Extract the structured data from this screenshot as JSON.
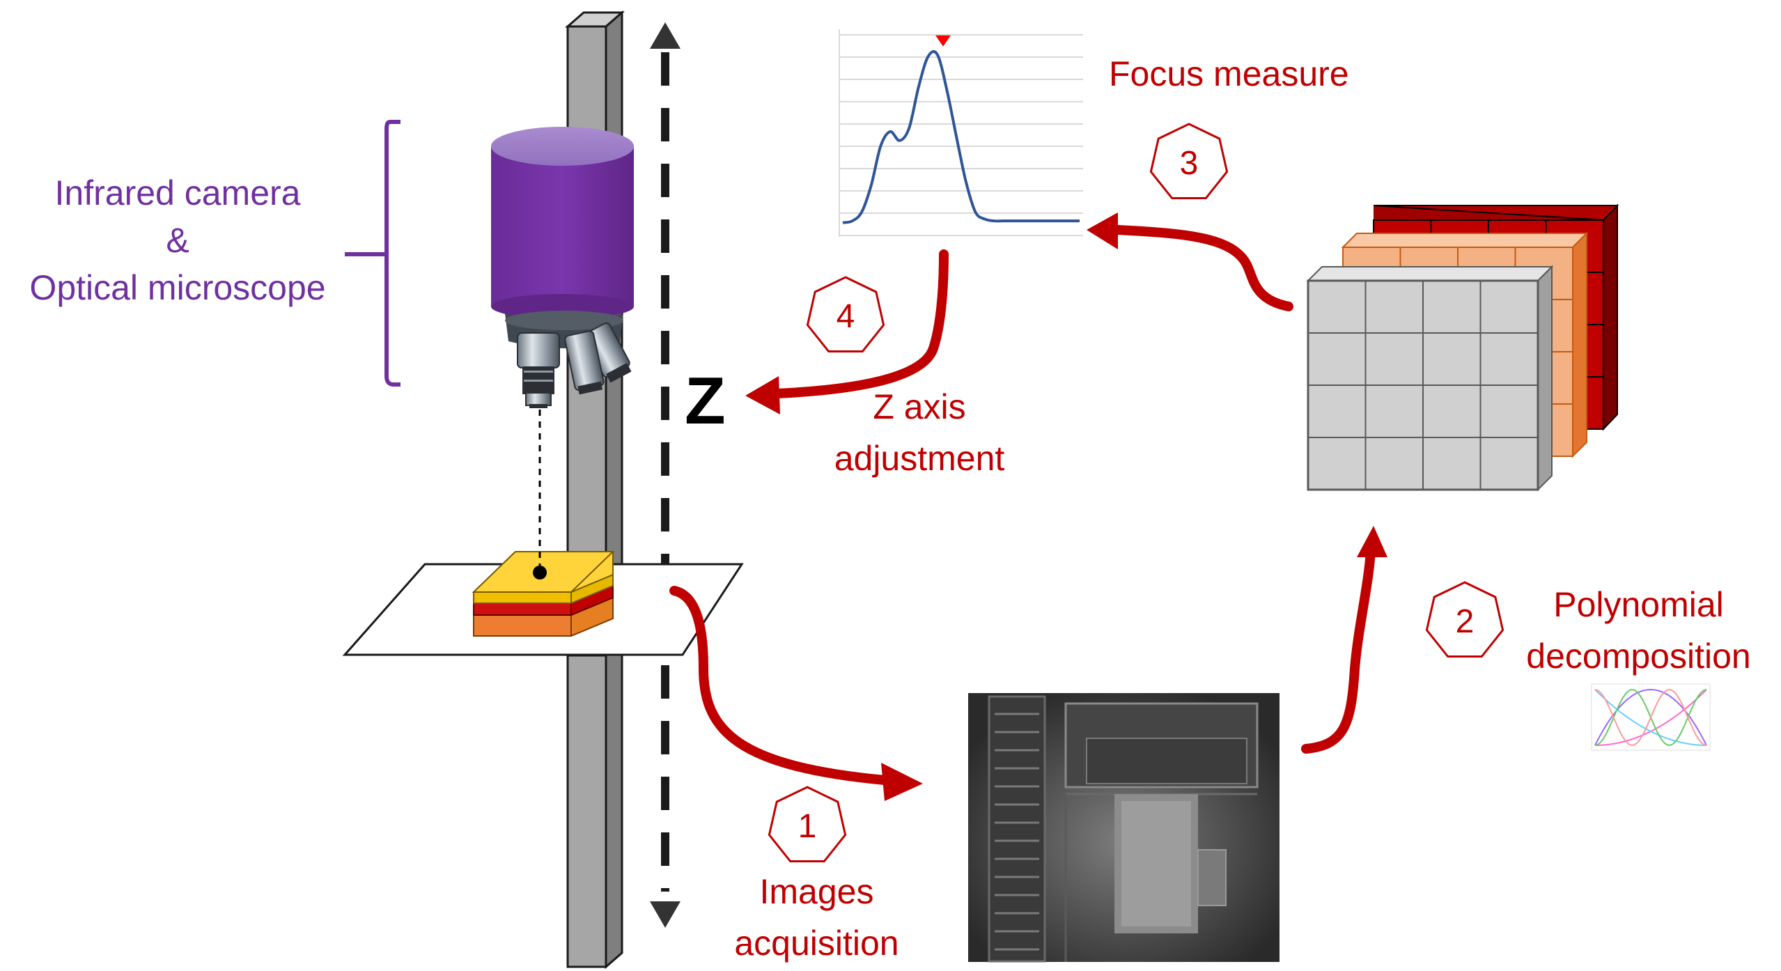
{
  "labels": {
    "instrument_line1": "Infrared camera",
    "instrument_line2": "&",
    "instrument_line3": "Optical microscope",
    "z_axis": "Z",
    "focus_measure": "Focus measure",
    "z_adjust_line1": "Z axis",
    "z_adjust_line2": "adjustment",
    "poly_line1": "Polynomial",
    "poly_line2": "decomposition",
    "images_line1": "Images",
    "images_line2": "acquisition"
  },
  "steps": [
    "1",
    "2",
    "3",
    "4"
  ],
  "colors": {
    "accent_red": "#c00000",
    "instrument_purple": "#7030a0",
    "curve_blue": "#2f5597",
    "peak_marker": "#ff0000"
  },
  "focus_curve": {
    "type": "line",
    "x": [
      0,
      4,
      8,
      12,
      16,
      20,
      24,
      28,
      32,
      36,
      40,
      44,
      48,
      52,
      56,
      60,
      64,
      68,
      72,
      76,
      80,
      84,
      88,
      92,
      96,
      100
    ],
    "y": [
      4,
      5,
      10,
      25,
      47,
      55,
      50,
      57,
      80,
      97,
      98,
      78,
      52,
      27,
      10,
      6,
      5,
      5,
      5,
      5,
      5,
      5,
      5,
      5,
      5,
      5
    ],
    "ylim": [
      0,
      110
    ],
    "peak_index": 10,
    "grid": true
  },
  "icons": [
    "infrared-camera-icon",
    "microscope-objectives-icon",
    "sample-chip-icon",
    "image-stack-icon",
    "ir-image-icon",
    "polynomial-basis-icon"
  ]
}
